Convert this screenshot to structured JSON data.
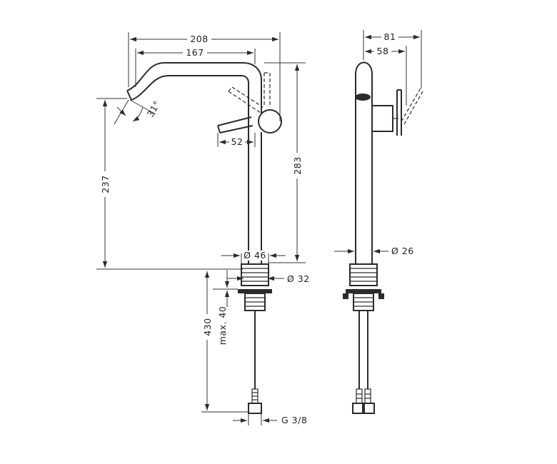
{
  "drawing": {
    "front": {
      "width_overall": "208",
      "width_spout": "167",
      "spout_angle": "31°",
      "handle_offset": "52",
      "height_spout": "237",
      "height_overall": "283",
      "body_diameter": "Ø 46",
      "thread_diameter": "Ø 32",
      "hose_length": "430",
      "mount_thickness": "max. 40",
      "connection": "G 3/8"
    },
    "side": {
      "depth_overall": "81",
      "depth_body": "58",
      "spout_diameter": "Ø 26"
    }
  }
}
